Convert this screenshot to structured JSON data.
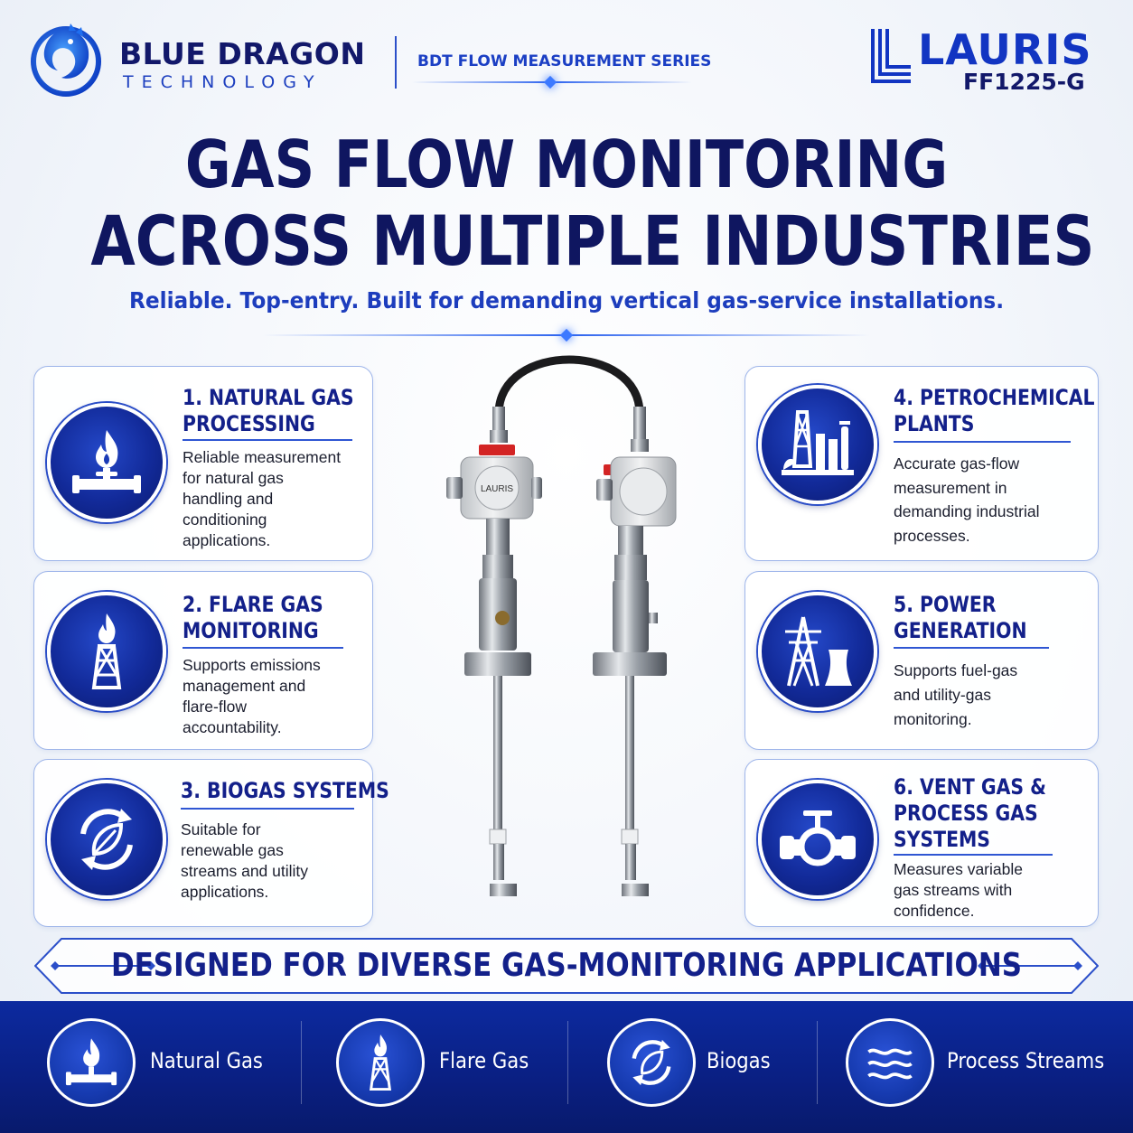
{
  "header": {
    "brand_name": "BLUE DRAGON",
    "brand_sub": "TECHNOLOGY",
    "series": "BDT FLOW MEASUREMENT SERIES",
    "product_brand": "LAURIS",
    "product_model": "FF1225-G"
  },
  "title": {
    "line1": "GAS FLOW MONITORING",
    "line2": "ACROSS MULTIPLE INDUSTRIES",
    "subtitle": "Reliable. Top-entry. Built for demanding vertical gas-service installations."
  },
  "industries": [
    {
      "title_line1": "1. NATURAL GAS",
      "title_line2": "PROCESSING",
      "desc": [
        "Reliable measurement",
        "for natural gas",
        "handling and",
        "conditioning",
        "applications."
      ],
      "icon": "gas-flame-pipe-icon"
    },
    {
      "title_line1": "2. FLARE GAS",
      "title_line2": "MONITORING",
      "desc": [
        "Supports emissions",
        "management and",
        "flare-flow",
        "accountability."
      ],
      "icon": "flare-tower-icon"
    },
    {
      "title_line1": "3. BIOGAS SYSTEMS",
      "desc": [
        "Suitable for",
        "renewable gas",
        "streams and utility",
        "applications."
      ],
      "icon": "recycle-leaf-icon"
    },
    {
      "title_line1": "4. PETROCHEMICAL",
      "title_line2": "PLANTS",
      "desc": [
        "Accurate gas-flow",
        "measurement in",
        "demanding industrial",
        "processes."
      ],
      "icon": "refinery-icon"
    },
    {
      "title_line1": "5. POWER",
      "title_line2": "GENERATION",
      "desc": [
        "Supports fuel-gas",
        "and utility-gas",
        "monitoring."
      ],
      "icon": "power-tower-icon"
    },
    {
      "title_line1": "6. VENT GAS &",
      "title_line2": "PROCESS GAS",
      "title_line3": "SYSTEMS",
      "desc": [
        "Measures variable",
        "gas streams with",
        "confidence."
      ],
      "icon": "valve-pipe-icon"
    }
  ],
  "product_label": "LAURIS",
  "banner": "DESIGNED FOR DIVERSE GAS-MONITORING APPLICATIONS",
  "footer": [
    {
      "label": "Natural Gas",
      "icon": "gas-flame-pipe-icon"
    },
    {
      "label": "Flare Gas",
      "icon": "flare-tower-icon"
    },
    {
      "label": "Biogas",
      "icon": "recycle-leaf-icon"
    },
    {
      "label": "Process Streams",
      "icon": "waves-icon"
    }
  ],
  "colors": {
    "navy": "#0f1660",
    "accent": "#1d3dbd",
    "footer": "#0a1f82"
  }
}
